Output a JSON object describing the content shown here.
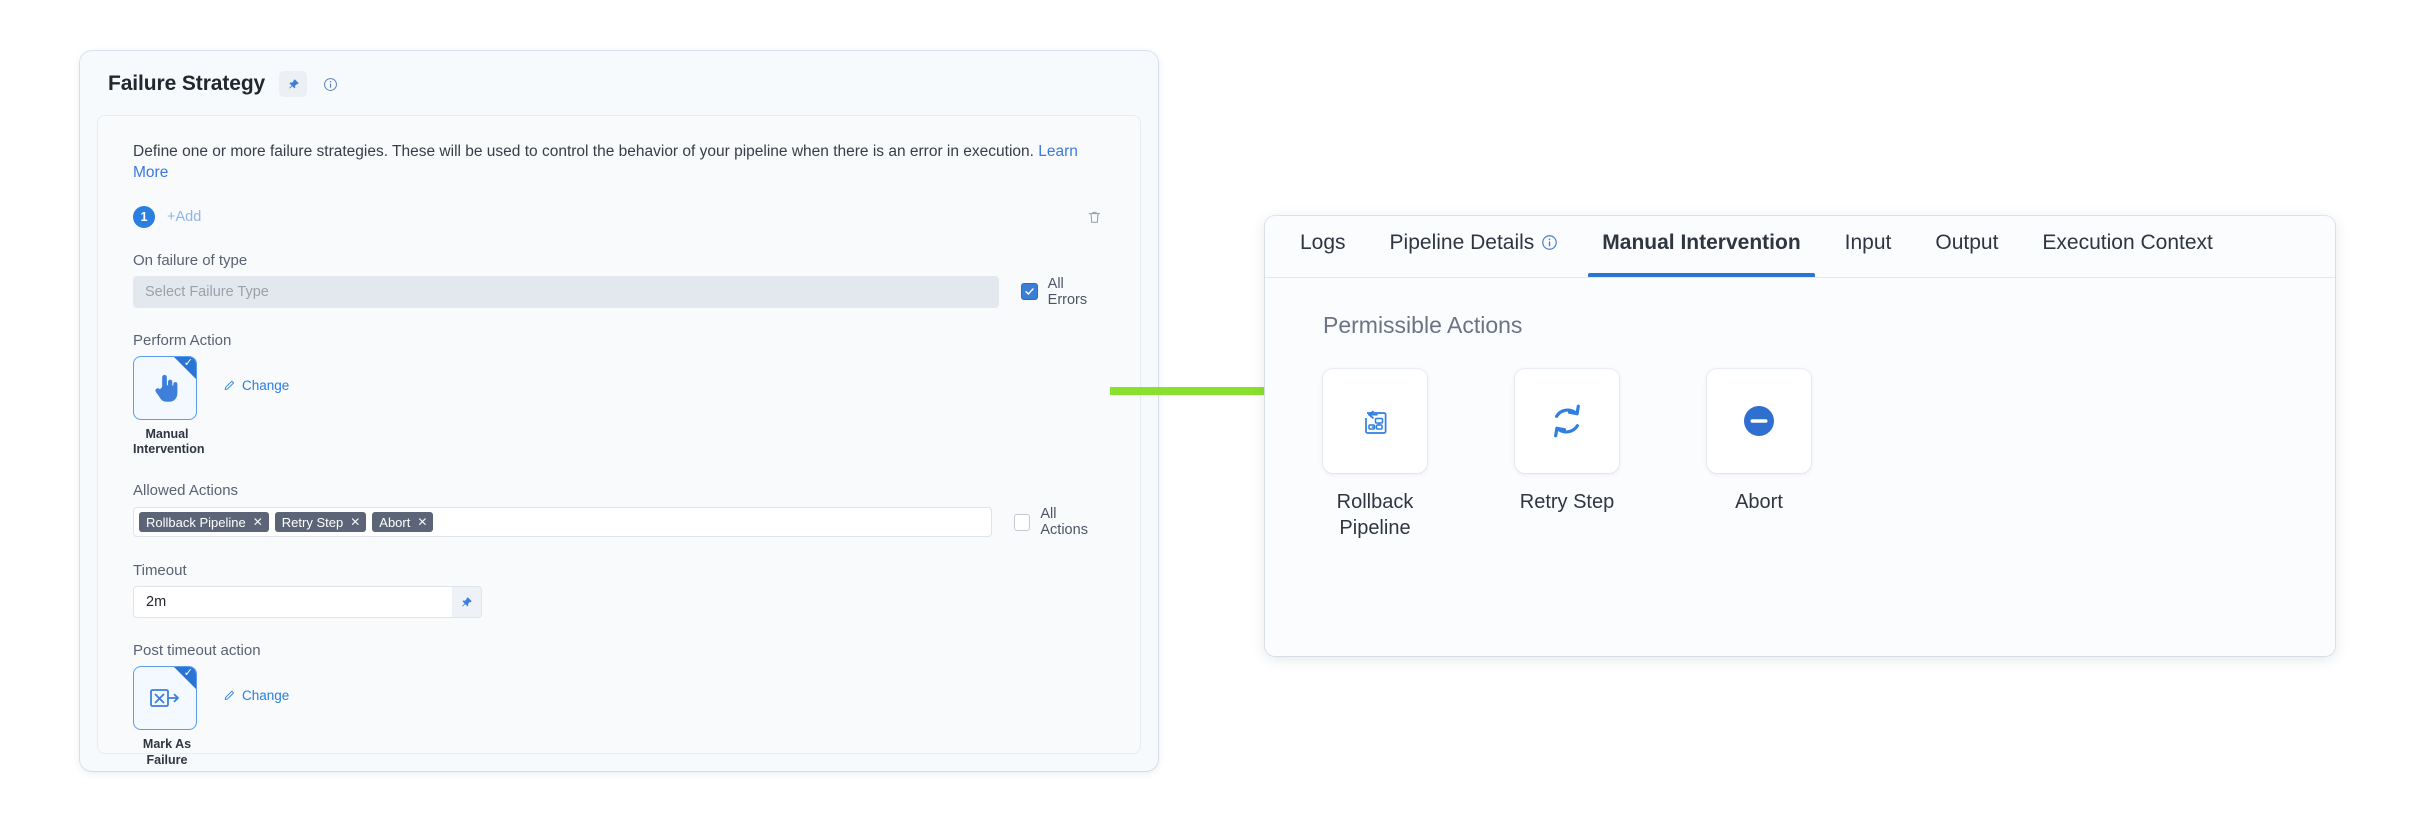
{
  "left_panel": {
    "title": "Failure Strategy",
    "pin_icon": "pin-icon",
    "info_icon": "info-circle-icon",
    "description": "Define one or more failure strategies. These will be used to control the behavior of your pipeline when there is an error in execution.",
    "learn_more_label": "Learn More",
    "strategy_index": "1",
    "add_label": "+Add",
    "delete_icon": "trash-icon",
    "on_failure_label": "On failure of type",
    "failure_type_placeholder": "Select Failure Type",
    "all_errors_label": "All Errors",
    "all_errors_checked": true,
    "perform_action_label": "Perform Action",
    "perform_action_tile": {
      "icon": "pointing-hand-icon",
      "caption": "Manual Intervention",
      "selected": true,
      "change_label": "Change",
      "change_icon": "pencil-icon"
    },
    "allowed_actions_label": "Allowed Actions",
    "allowed_action_chips": [
      "Rollback Pipeline",
      "Retry Step",
      "Abort"
    ],
    "chip_remove_icon": "close-x-icon",
    "all_actions_label": "All Actions",
    "all_actions_checked": false,
    "timeout_label": "Timeout",
    "timeout_value": "2m",
    "timeout_pin_icon": "pin-icon",
    "post_timeout_label": "Post timeout action",
    "post_timeout_tile": {
      "icon": "mark-as-failure-icon",
      "caption": "Mark As Failure",
      "selected": true,
      "change_label": "Change",
      "change_icon": "pencil-icon"
    }
  },
  "arrow": {
    "name": "green-arrow",
    "color": "#8ae02e"
  },
  "right_panel": {
    "tabs": [
      {
        "label": "Logs",
        "active": false,
        "icon": null
      },
      {
        "label": "Pipeline Details",
        "active": false,
        "icon": "info-circle-icon"
      },
      {
        "label": "Manual Intervention",
        "active": true,
        "icon": null
      },
      {
        "label": "Input",
        "active": false,
        "icon": null
      },
      {
        "label": "Output",
        "active": false,
        "icon": null
      },
      {
        "label": "Execution Context",
        "active": false,
        "icon": null
      }
    ],
    "section_title": "Permissible Actions",
    "cards": [
      {
        "label": "Rollback Pipeline",
        "icon": "rollback-pipeline-icon"
      },
      {
        "label": "Retry Step",
        "icon": "retry-refresh-icon"
      },
      {
        "label": "Abort",
        "icon": "abort-minus-circle-icon"
      }
    ]
  },
  "colors": {
    "accent_blue": "#2a75d4",
    "chip_gray": "#5c6577",
    "arrow_green": "#8ae02e",
    "panel_bg": "#f7fafc"
  }
}
